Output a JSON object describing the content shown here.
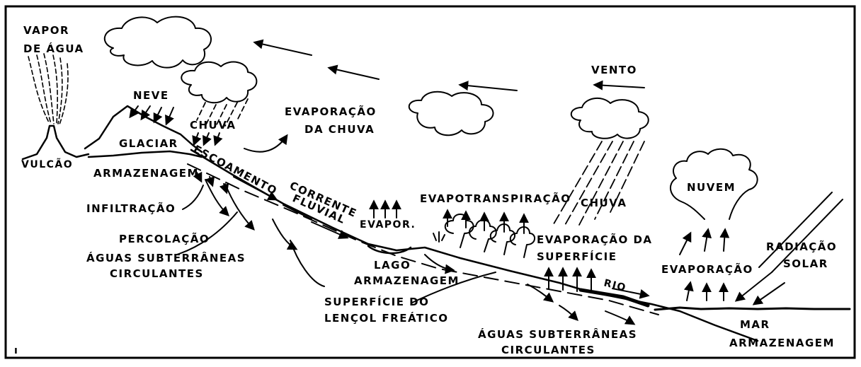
{
  "labels": {
    "vapor_l1": "VAPOR",
    "vapor_l2": "DE ÁGUA",
    "neve": "NEVE",
    "chuva_left": "CHUVA",
    "evap_chuva_l1": "EVAPORAÇÃO",
    "evap_chuva_l2": "DA CHUVA",
    "vento": "VENTO",
    "glaciar": "GLACIAR",
    "vulcao": "VULCÃO",
    "armazenagem_left": "ARMAZENAGEM",
    "escoamento": "ESCOAMENTO",
    "corrente": "CORRENTE",
    "fluvial": "FLUVIAL",
    "infiltracao": "INFILTRAÇÃO",
    "percolacao": "PERCOLAÇÃO",
    "aguas_left_l1": "ÁGUAS SUBTERRÂNEAS",
    "aguas_left_l2": "CIRCULANTES",
    "evapor": "EVAPOR.",
    "lago": "LAGO",
    "armazenagem_lago": "ARMAZENAGEM",
    "evapotranspiracao": "EVAPOTRANSPIRAÇÃO",
    "chuva_right": "CHUVA",
    "nuvem": "NUVEM",
    "evap_sup_l1": "EVAPORAÇÃO DA",
    "evap_sup_l2": "SUPERFÍCIE",
    "radiacao_l1": "RADIAÇÃO",
    "radiacao_l2": "SOLAR",
    "evaporacao": "EVAPORAÇÃO",
    "rio": "RIO",
    "superficie_l1": "SUPERFÍCIE DO",
    "superficie_l2": "LENÇOL FREÁTICO",
    "aguas_right_l1": "ÁGUAS SUBTERRÂNEAS",
    "aguas_right_l2": "CIRCULANTES",
    "mar": "MAR",
    "armazenagem_mar": "ARMAZENAGEM",
    "corner_mark": "ı"
  }
}
